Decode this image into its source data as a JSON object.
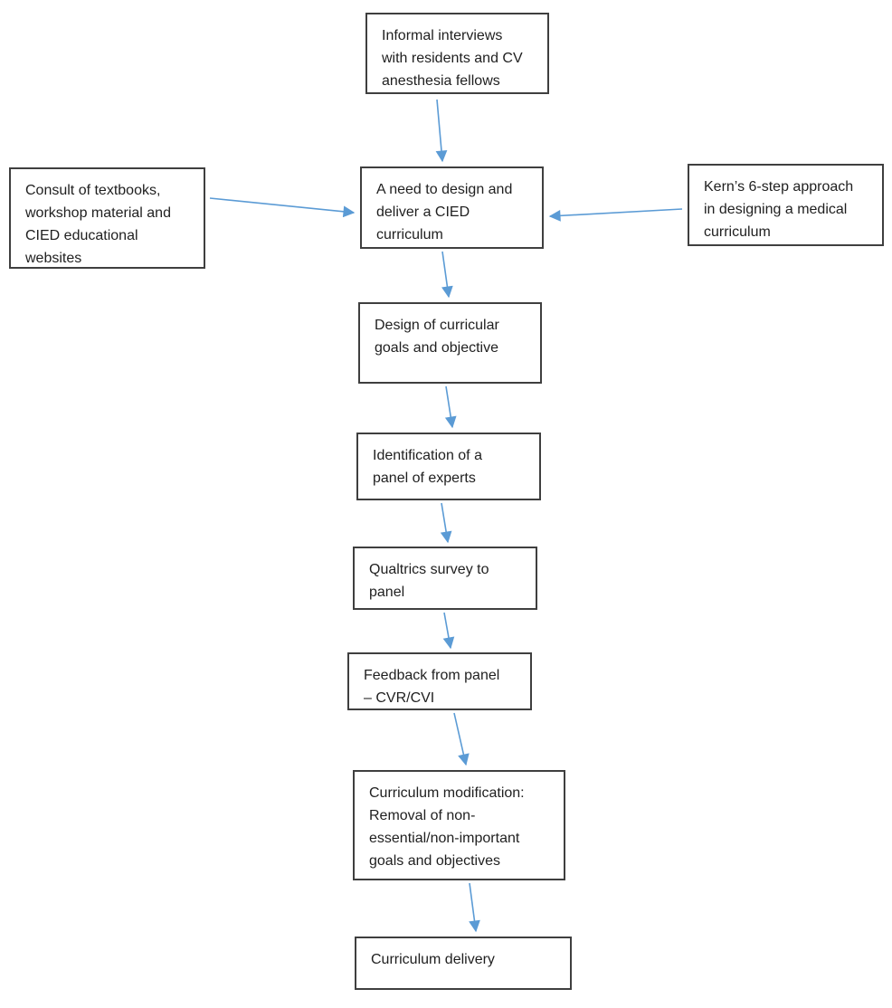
{
  "diagram": {
    "type": "flowchart",
    "arrow_color": "#5b9bd5",
    "box_border_color": "#3f3f3f",
    "text_color": "#1f1f1f",
    "background_color": "#ffffff",
    "nodes": {
      "informal-interviews": {
        "label": "Informal interviews\nwith residents and CV\nanesthesia fellows"
      },
      "consult-textbooks": {
        "label": "Consult of textbooks,\nworkshop material and\nCIED educational\nwebsites"
      },
      "need-curriculum": {
        "label": "A need to design and\ndeliver a CIED\ncurriculum"
      },
      "kerns-approach": {
        "label": "Kern’s 6-step approach\nin designing a medical\ncurriculum"
      },
      "design-goals": {
        "label": "Design of curricular\ngoals and objective"
      },
      "identification-panel": {
        "label": "Identification of a\npanel of experts"
      },
      "qualtrics-survey": {
        "label": "Qualtrics survey to\npanel"
      },
      "feedback-panel": {
        "label": "Feedback from panel\n– CVR/CVI"
      },
      "curriculum-modification": {
        "label": "Curriculum modification:\nRemoval of non-\nessential/non-important\ngoals and objectives"
      },
      "curriculum-delivery": {
        "label": "Curriculum delivery"
      }
    },
    "edges": [
      {
        "from": "informal-interviews",
        "to": "need-curriculum"
      },
      {
        "from": "consult-textbooks",
        "to": "need-curriculum"
      },
      {
        "from": "kerns-approach",
        "to": "need-curriculum"
      },
      {
        "from": "need-curriculum",
        "to": "design-goals"
      },
      {
        "from": "design-goals",
        "to": "identification-panel"
      },
      {
        "from": "identification-panel",
        "to": "qualtrics-survey"
      },
      {
        "from": "qualtrics-survey",
        "to": "feedback-panel"
      },
      {
        "from": "feedback-panel",
        "to": "curriculum-modification"
      },
      {
        "from": "curriculum-modification",
        "to": "curriculum-delivery"
      }
    ]
  }
}
